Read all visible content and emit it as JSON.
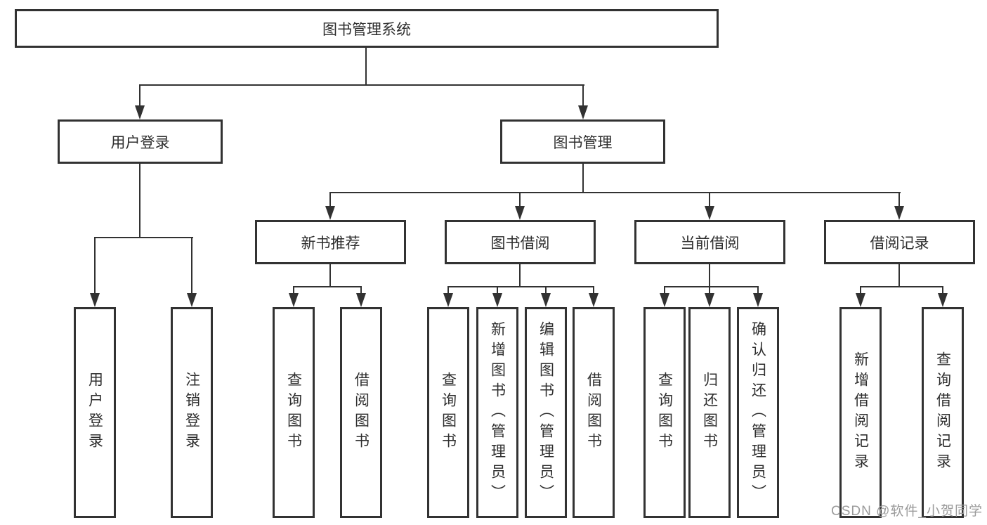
{
  "diagram": {
    "root": {
      "label": "图书管理系统"
    },
    "level2": [
      {
        "label": "用户登录"
      },
      {
        "label": "图书管理"
      }
    ],
    "level3": [
      {
        "label": "新书推荐"
      },
      {
        "label": "图书借阅"
      },
      {
        "label": "当前借阅"
      },
      {
        "label": "借阅记录"
      }
    ],
    "leaves": [
      {
        "label": "用户登录"
      },
      {
        "label": "注销登录"
      },
      {
        "label": "查询图书"
      },
      {
        "label": "借阅图书"
      },
      {
        "label": "查询图书"
      },
      {
        "label": "新增图书（管理员）"
      },
      {
        "label": "编辑图书（管理员）"
      },
      {
        "label": "借阅图书"
      },
      {
        "label": "查询图书"
      },
      {
        "label": "归还图书"
      },
      {
        "label": "确认归还（管理员）"
      },
      {
        "label": "新增借阅记录"
      },
      {
        "label": "查询借阅记录"
      }
    ],
    "colors": {
      "line": "#323232",
      "text": "#2e2e2e",
      "background": "#ffffff",
      "watermark": "#9b9b9b"
    }
  },
  "watermark": {
    "text": "CSDN @软件_小贺同学"
  }
}
